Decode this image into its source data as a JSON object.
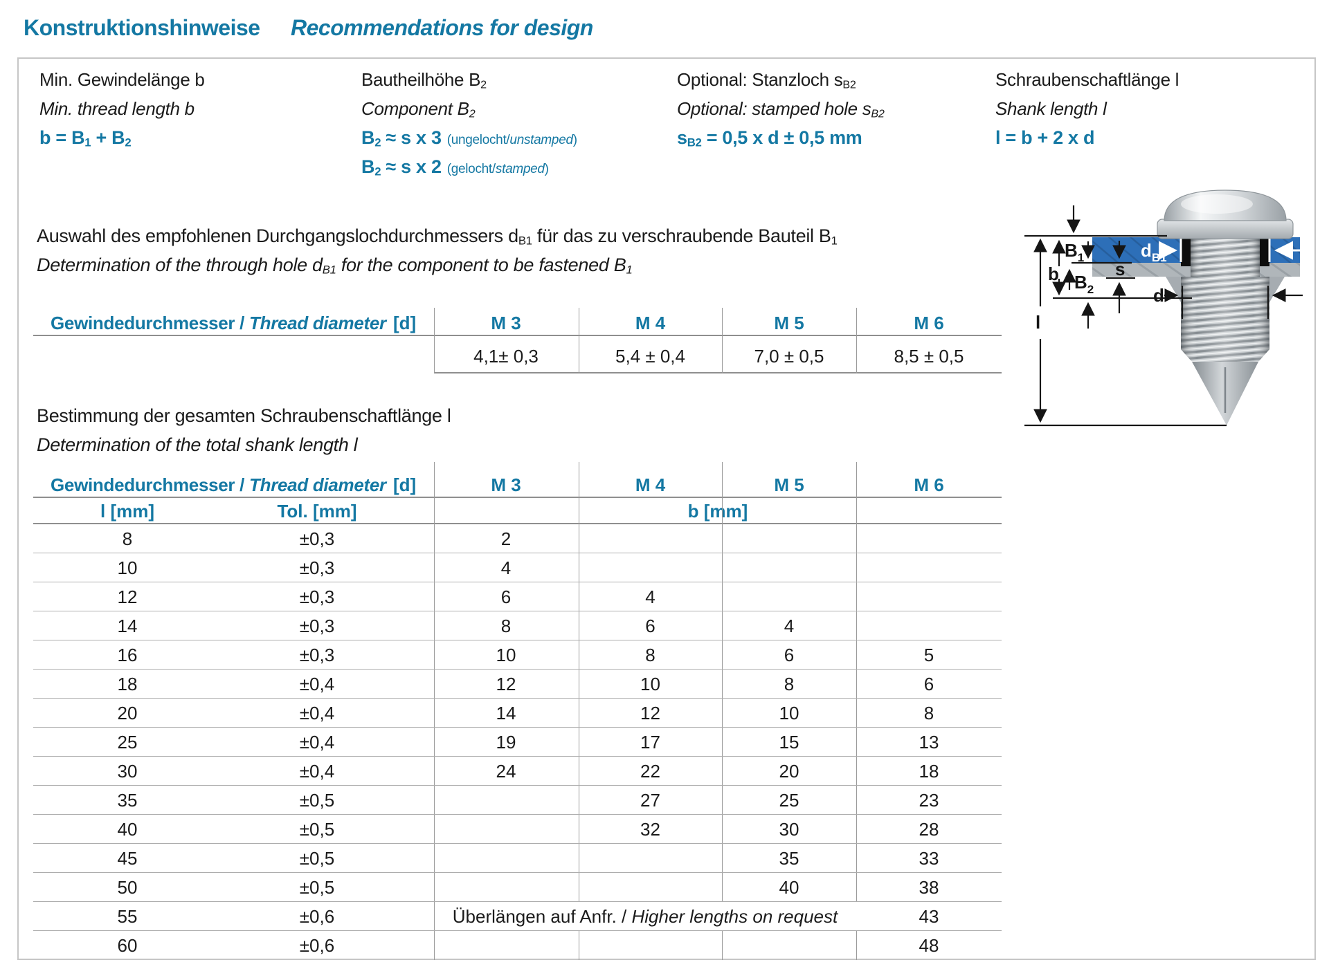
{
  "page": {
    "title_de": "Konstruktionshinweise",
    "title_en": "Recommendations for design"
  },
  "formulas": [
    {
      "line1": "Min. Gewindelänge b",
      "line2": "Min. thread length b",
      "formula": "b = B~1~ + B~2~"
    },
    {
      "line1": "Bautheilhöhe B~2~",
      "line2": "Component B~2~",
      "formula": "B~2~ ≈ s x 3",
      "note": "(ungelocht/^unstamped^)",
      "formula2": "B~2~ ≈ s x 2",
      "note2": "(gelocht/^stamped^)"
    },
    {
      "line1": "Optional: Stanzloch s~B2~",
      "line2": "Optional: stamped hole s~B2~",
      "formula": "s~B2~ = 0,5 x d ± 0,5 mm"
    },
    {
      "line1": "Schraubenschaftlänge l",
      "line2": "Shank length l",
      "formula": "l = b + 2 x d"
    }
  ],
  "section1": {
    "heading_de": "Auswahl des empfohlenen Durchgangslochdurchmessers d~B1~ für das zu verschraubende Bauteil B~1~",
    "heading_en": "Determination of the through hole d~B1~ for the component to be fastened B~1~"
  },
  "table1": {
    "row_label": "Gewindedurchmesser / ^Thread diameter^",
    "row_label_unit": "[d]",
    "columns": [
      "M 3",
      "M 4",
      "M 5",
      "M 6"
    ],
    "values": [
      "4,1± 0,3",
      "5,4 ± 0,4",
      "7,0 ± 0,5",
      "8,5 ± 0,5"
    ]
  },
  "section2": {
    "heading_de": "Bestimmung der gesamten Schraubenschaftlänge l",
    "heading_en": "Determination of the total shank length l"
  },
  "table2": {
    "row_label": "Gewindedurchmesser / ^Thread diameter^",
    "row_label_unit": "[d]",
    "columns": [
      "M 3",
      "M 4",
      "M 5",
      "M 6"
    ],
    "sub_l": "l [mm]",
    "sub_tol": "Tol. [mm]",
    "sub_b": "b [mm]",
    "span_row_index": 13,
    "span_note": "Überlängen auf Anfr. / ^Higher lengths on request^",
    "rows": [
      [
        "8",
        "±0,3",
        "2",
        "",
        "",
        ""
      ],
      [
        "10",
        "±0,3",
        "4",
        "",
        "",
        ""
      ],
      [
        "12",
        "±0,3",
        "6",
        "4",
        "",
        ""
      ],
      [
        "14",
        "±0,3",
        "8",
        "6",
        "4",
        ""
      ],
      [
        "16",
        "±0,3",
        "10",
        "8",
        "6",
        "5"
      ],
      [
        "18",
        "±0,4",
        "12",
        "10",
        "8",
        "6"
      ],
      [
        "20",
        "±0,4",
        "14",
        "12",
        "10",
        "8"
      ],
      [
        "25",
        "±0,4",
        "19",
        "17",
        "15",
        "13"
      ],
      [
        "30",
        "±0,4",
        "24",
        "22",
        "20",
        "18"
      ],
      [
        "35",
        "±0,5",
        "",
        "27",
        "25",
        "23"
      ],
      [
        "40",
        "±0,5",
        "",
        "32",
        "30",
        "28"
      ],
      [
        "45",
        "±0,5",
        "",
        "",
        "35",
        "33"
      ],
      [
        "50",
        "±0,5",
        "",
        "",
        "40",
        "38"
      ],
      [
        "55",
        "±0,6",
        "",
        "",
        "",
        "43"
      ],
      [
        "60",
        "±0,6",
        "",
        "",
        "",
        "48"
      ]
    ]
  },
  "illustration": {
    "labels": {
      "B1_main": "B",
      "B1_sub": "1",
      "b": "b",
      "B2_main": "B",
      "B2_sub": "2",
      "s": "s",
      "dB1_main": "d",
      "dB1_sub": "B1",
      "d": "d",
      "l": "l"
    }
  },
  "colors": {
    "teal": "#1478A3",
    "plate_blue": "#2D6FB8",
    "plate_gray": "#a6acb1",
    "hole_black": "#0d0d0d"
  }
}
